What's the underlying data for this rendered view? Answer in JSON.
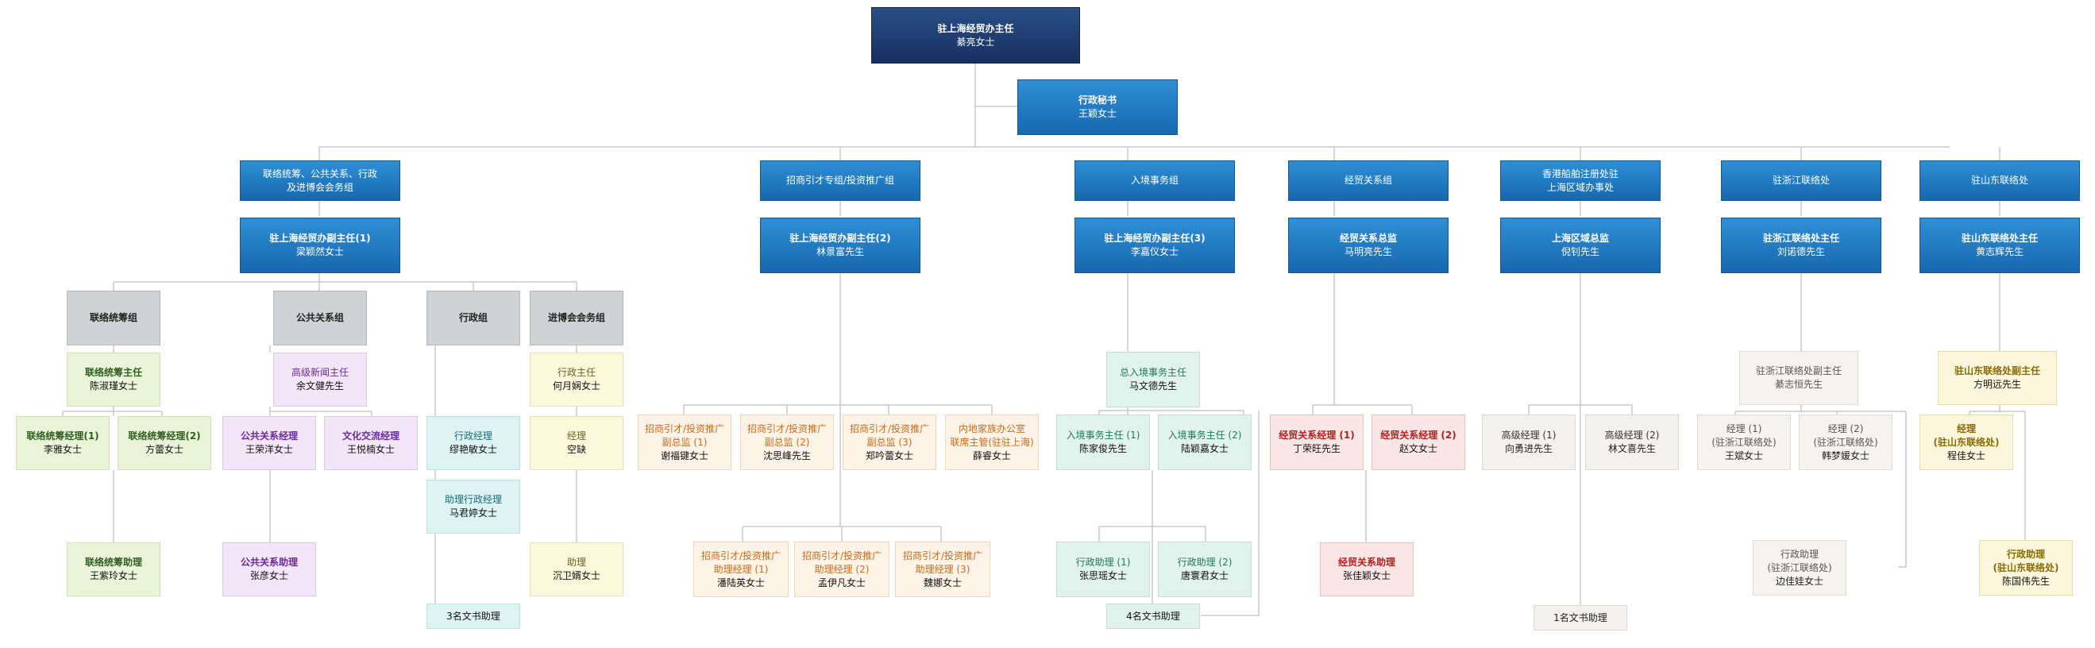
{
  "top": {
    "title": "驻上海经贸办主任",
    "name": "綦亮女士"
  },
  "secretary": {
    "title": "行政秘书",
    "name": "王颖女士"
  },
  "departments": [
    {
      "title": "联络统筹、公共关系、行政\n及进博会会务组",
      "head_title": "驻上海经贸办副主任(1)",
      "head_name": "梁颖然女士"
    },
    {
      "title": "招商引才专组/投资推广组",
      "head_title": "驻上海经贸办副主任(2)",
      "head_name": "林景富先生"
    },
    {
      "title": "入境事务组",
      "head_title": "驻上海经贸办副主任(3)",
      "head_name": "李嘉仪女士"
    },
    {
      "title": "经贸关系组",
      "head_title": "经贸关系总监",
      "head_name": "马明亮先生"
    },
    {
      "title": "香港船舶注册处驻\n上海区域办事处",
      "head_title": "上海区域总监",
      "head_name": "倪钊先生"
    },
    {
      "title": "驻浙江联络处",
      "head_title": "驻浙江联络处主任",
      "head_name": "刘诺德先生"
    },
    {
      "title": "驻山东联络处",
      "head_title": "驻山东联络处主任",
      "head_name": "黄志辉先生"
    }
  ],
  "groups": [
    {
      "label": "联络统筹组"
    },
    {
      "label": "公共关系组"
    },
    {
      "label": "行政组"
    },
    {
      "label": "进博会会务组"
    }
  ],
  "liaison": {
    "head": {
      "title": "联络统筹主任",
      "name": "陈淑瑾女士"
    },
    "manager1": {
      "title": "联络统筹经理(1)",
      "name": "李雅女士"
    },
    "manager2": {
      "title": "联络统筹经理(2)",
      "name": "方蕾女士"
    },
    "assistant": {
      "title": "联络统筹助理",
      "name": "王紫玲女士"
    }
  },
  "pr": {
    "head": {
      "title": "高级新闻主任",
      "name": "余文健先生"
    },
    "manager1": {
      "title": "公共关系经理",
      "name": "王荣洋女士"
    },
    "manager2": {
      "title": "文化交流经理",
      "name": "王悦楠女士"
    },
    "assistant": {
      "title": "公共关系助理",
      "name": "张彦女士"
    }
  },
  "admin": {
    "manager": {
      "title": "行政经理",
      "name": "缪艳敏女士"
    },
    "assistant_manager": {
      "title": "助理行政经理",
      "name": "马君婷女士"
    },
    "note": "3名文书助理"
  },
  "expo": {
    "head": {
      "title": "行政主任",
      "name": "何月娴女士"
    },
    "manager": {
      "title": "经理",
      "name": "空缺"
    },
    "assistant": {
      "title": "助理",
      "name": "沉卫婿女士"
    }
  },
  "invest": {
    "directors": [
      {
        "title1": "招商引才/投资推广",
        "title2": "副总监 (1)",
        "name": "谢福键女士"
      },
      {
        "title1": "招商引才/投资推广",
        "title2": "副总监 (2)",
        "name": "沈思峰先生"
      },
      {
        "title1": "招商引才/投资推广",
        "title2": "副总监 (3)",
        "name": "郑吟蕾女士"
      },
      {
        "title1": "内地家族办公室",
        "title2": "联席主管(驻驻上海)",
        "name": "薛睿女士"
      }
    ],
    "assistant_managers": [
      {
        "title1": "招商引才/投资推广",
        "title2": "助理经理 (1)",
        "name": "潘陆英女士"
      },
      {
        "title1": "招商引才/投资推广",
        "title2": "助理经理 (2)",
        "name": "孟伊凡女士"
      },
      {
        "title1": "招商引才/投资推广",
        "title2": "助理经理 (3)",
        "name": "魏娜女士"
      }
    ]
  },
  "immigration": {
    "head": {
      "title": "总入境事务主任",
      "name": "马文德先生"
    },
    "officers": [
      {
        "title": "入境事务主任 (1)",
        "name": "陈家俊先生"
      },
      {
        "title": "入境事务主任 (2)",
        "name": "陆颖嘉女士"
      }
    ],
    "assistants": [
      {
        "title": "行政助理 (1)",
        "name": "张思瑶女士"
      },
      {
        "title": "行政助理 (2)",
        "name": "唐寰君女士"
      }
    ],
    "note": "4名文书助理"
  },
  "trade": {
    "managers": [
      {
        "title": "经贸关系经理 (1)",
        "name": "丁荣旺先生"
      },
      {
        "title": "经贸关系经理 (2)",
        "name": "赵文女士"
      }
    ],
    "assistant": {
      "title": "经贸关系助理",
      "name": "张佳颖女士"
    }
  },
  "marine": {
    "managers": [
      {
        "title": "高级经理 (1)",
        "name": "向勇进先生"
      },
      {
        "title": "高级经理 (2)",
        "name": "林文喜先生"
      }
    ],
    "note": "1名文书助理"
  },
  "zhejiang": {
    "deputy": {
      "title": "驻浙江联络处副主任",
      "name": "綦志恒先生"
    },
    "managers": [
      {
        "title1": "经理 (1)",
        "title2": "(驻浙江联络处)",
        "name": "王斌女士"
      },
      {
        "title1": "经理 (2)",
        "title2": "(驻浙江联络处)",
        "name": "韩梦媛女士"
      }
    ],
    "assistant": {
      "title1": "行政助理",
      "title2": "(驻浙江联络处)",
      "name": "边佳娃女士"
    }
  },
  "shandong": {
    "deputy": {
      "title": "驻山东联络处副主任",
      "name": "方明远先生"
    },
    "manager": {
      "title1": "经理",
      "title2": "(驻山东联络处)",
      "name": "程佳女士"
    },
    "assistant": {
      "title1": "行政助理",
      "title2": "(驻山东联络处)",
      "name": "陈国伟先生"
    }
  },
  "colors": {
    "line": "#c8c8c8",
    "dark": "#1d3a6e",
    "blue": "#1f7bc3"
  }
}
